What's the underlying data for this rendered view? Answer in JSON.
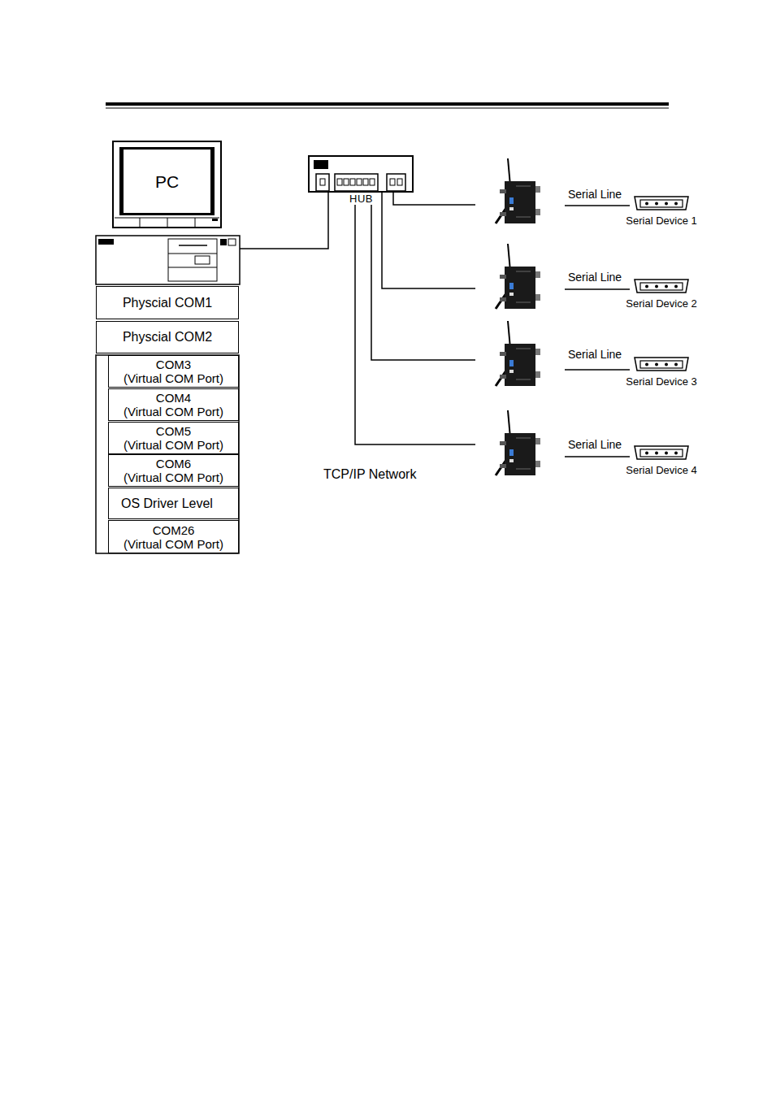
{
  "diagram": {
    "nodes": [
      {
        "text": [
          "PC"
        ]
      },
      {
        "text": [
          "Physcial COM1"
        ]
      },
      {
        "text": [
          "Physcial COM2"
        ]
      },
      {
        "text": [
          "COM3",
          "(Virtual COM Port)"
        ]
      },
      {
        "text": [
          "COM4",
          "(Virtual COM Port)"
        ]
      },
      {
        "text": [
          "COM5",
          "(Virtual COM Port)"
        ]
      },
      {
        "text": [
          "COM6",
          "(Virtual COM Port)"
        ]
      },
      {
        "text": [
          "OS Driver Level"
        ]
      },
      {
        "text": [
          "COM26",
          "(Virtual COM Port)"
        ]
      },
      {
        "text": [
          "HUB"
        ]
      },
      {
        "text": [
          "Serial Device 1"
        ]
      },
      {
        "text": [
          "Serial Device 2"
        ]
      },
      {
        "text": [
          "Serial Device 3"
        ]
      },
      {
        "text": [
          "Serial Device 4"
        ]
      }
    ],
    "labels": [
      "Serial Line",
      "Serial Line",
      "Serial Line",
      "Serial Line",
      "TCP/IP Network"
    ]
  }
}
